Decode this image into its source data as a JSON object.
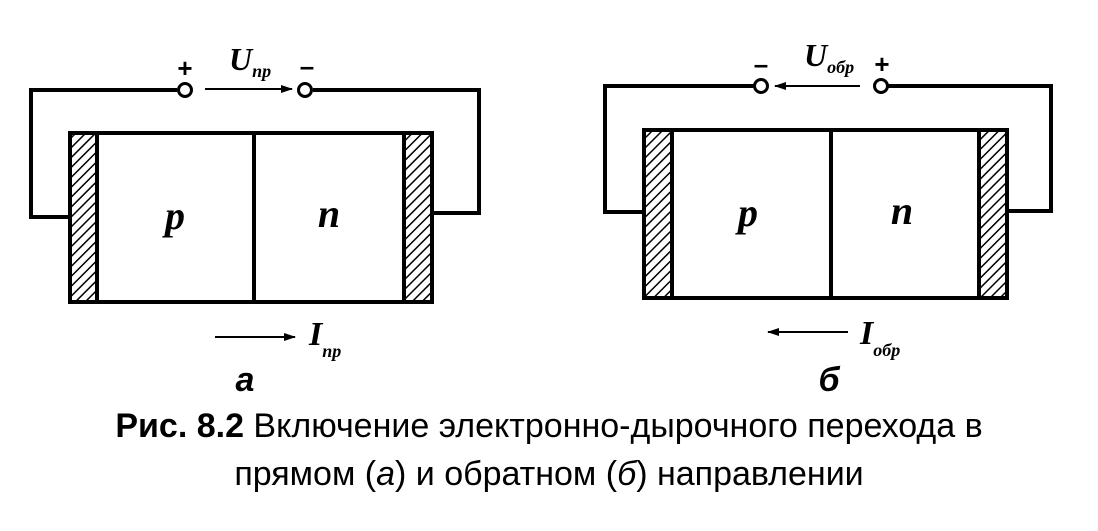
{
  "panel_a": {
    "region_p": "p",
    "region_n": "n",
    "sign_left": "+",
    "sign_right": "–",
    "voltage_symbol": "U",
    "voltage_sub": "пр",
    "current_symbol": "I",
    "current_sub": "пр",
    "panel_label": "а"
  },
  "panel_b": {
    "region_p": "p",
    "region_n": "n",
    "sign_left": "–",
    "sign_right": "+",
    "voltage_symbol": "U",
    "voltage_sub": "обр",
    "current_symbol": "I",
    "current_sub": "обр",
    "panel_label": "б"
  },
  "caption": {
    "number": "Рис. 8.2",
    "line1_rest": " Включение электронно-дырочного перехода в",
    "line2_start": "прямом (",
    "label_a": "а",
    "line2_mid": ") и обратном (",
    "label_b": "б",
    "line2_end": ") направлении"
  },
  "colors": {
    "ink": "#000000",
    "background": "#ffffff",
    "contact_hatch": "#000000"
  }
}
